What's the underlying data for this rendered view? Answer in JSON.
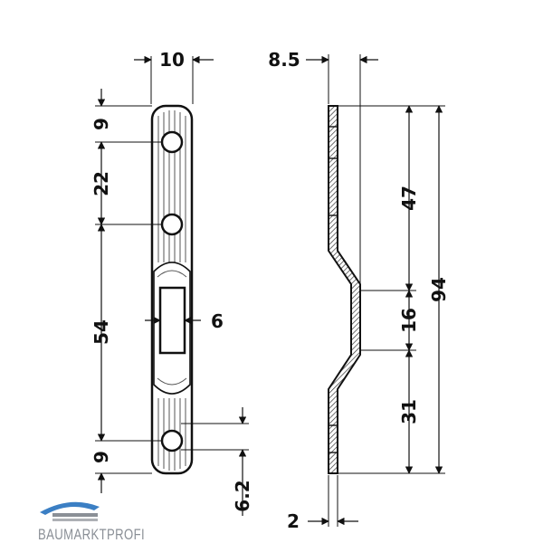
{
  "colors": {
    "ink": "#111111",
    "part_fill": "#ffffff",
    "hatch": "#333333",
    "logo_blue": "#3b7fc4",
    "logo_grey": "#8a8f96"
  },
  "dimensions": {
    "width_front": "10",
    "depth_side": "8.5",
    "hole_top_offset": "9",
    "hole_spacing": "22",
    "slot_span": "54",
    "hole_bottom_offset": "9",
    "slot_width": "6",
    "bottom_edge": "6.2",
    "upper_section": "47",
    "recess_height": "16",
    "lower_section": "31",
    "total_length": "94",
    "sheet_thickness": "2"
  },
  "logo": {
    "text": "BAUMARKTPROFI"
  }
}
